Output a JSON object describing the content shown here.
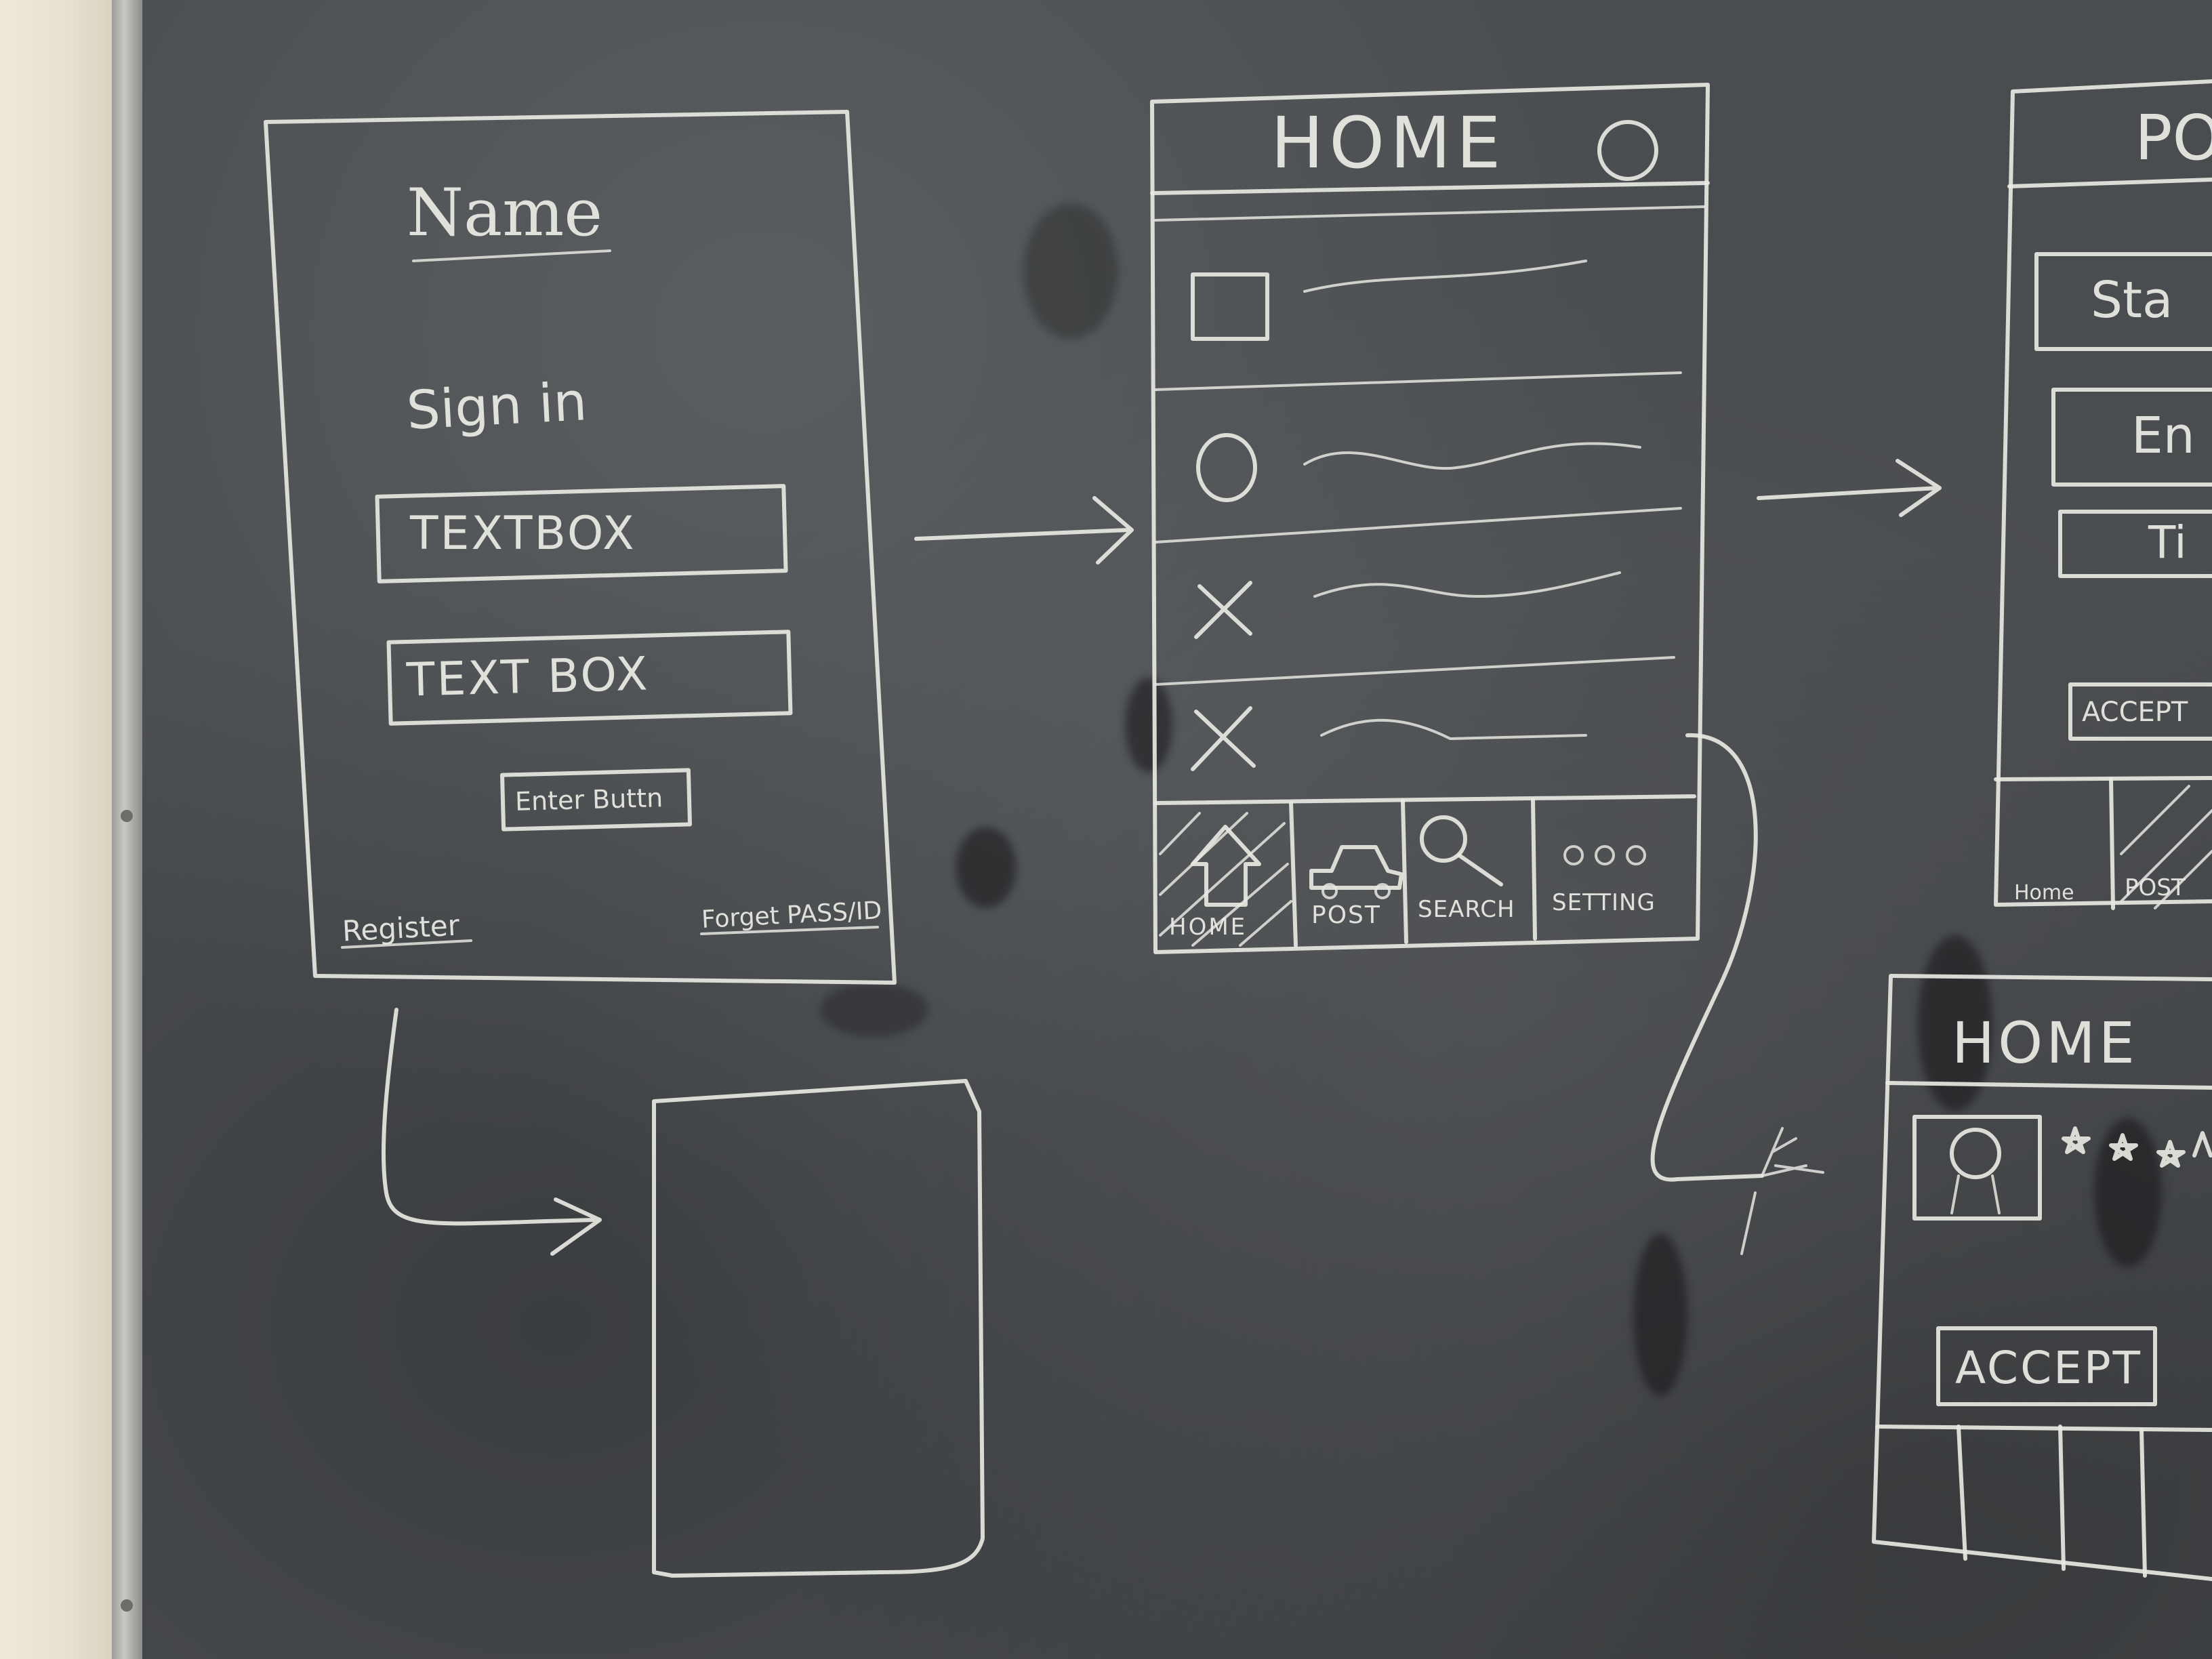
{
  "login_sketch": {
    "app_name": "Name",
    "heading": "Sign in",
    "textbox_1": "TEXTBOX",
    "textbox_2": "TEXT BOX",
    "enter_button": "Enter Buttn",
    "register_link": "Register",
    "forgot_link": "Forget PASS/ID"
  },
  "home_sketch": {
    "title": "HOME",
    "tabs": [
      "HOME",
      "POST",
      "SEARCH",
      "SETTING"
    ]
  },
  "post_sketch": {
    "title_partial": "PO",
    "field_1": "Sta",
    "field_2": "En",
    "field_3": "Ti",
    "accept_button": "ACCEPT",
    "tabs": [
      "Home",
      "POST"
    ]
  },
  "detail_sketch": {
    "title": "HOME",
    "accept_button": "ACCEPT"
  },
  "colors": {
    "chalkboard": "#4a4d50",
    "chalk": "#e8e8e2",
    "wall": "#e9e4d6"
  }
}
